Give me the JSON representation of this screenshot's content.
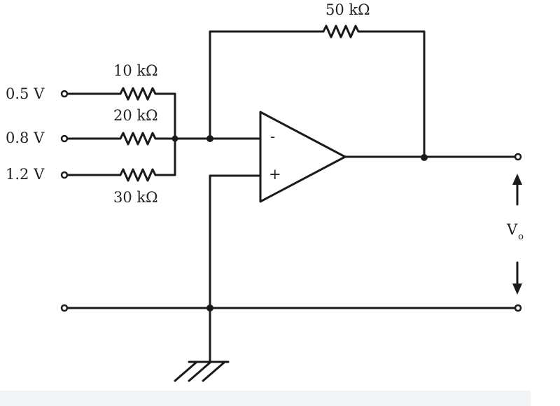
{
  "circuit": {
    "inputs": [
      {
        "voltage": "0.5 V",
        "resistor": "10 kΩ"
      },
      {
        "voltage": "0.8 V",
        "resistor": "20 kΩ"
      },
      {
        "voltage": "1.2 V",
        "resistor": "30 kΩ"
      }
    ],
    "feedback_resistor": "50 kΩ",
    "opamp": {
      "inverting_sign": "-",
      "noninverting_sign": "+"
    },
    "output": {
      "label_main": "V",
      "label_sub": "o"
    }
  }
}
